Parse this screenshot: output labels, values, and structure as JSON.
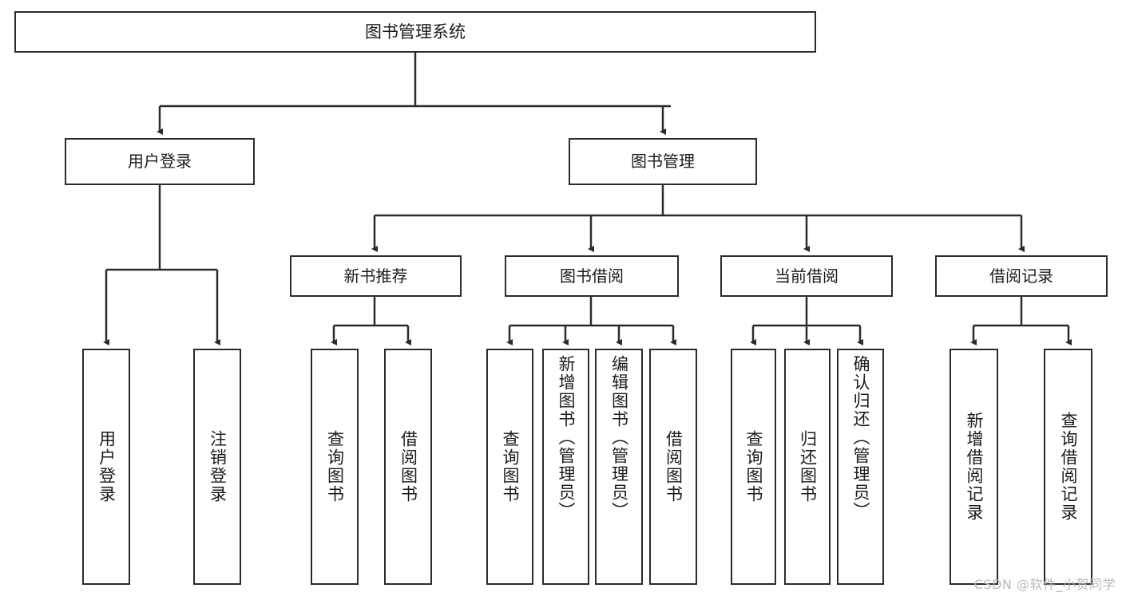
{
  "diagram": {
    "title": "图书管理系统",
    "type": "tree",
    "watermark": "CSDN @软件_小贺同学",
    "colors": {
      "stroke": "#2b2b2b",
      "fill": "#ffffff",
      "text": "#1b1b1b",
      "watermark": "#b9b9b9"
    },
    "root": {
      "label": "图书管理系统"
    },
    "level2": [
      {
        "label": "用户登录"
      },
      {
        "label": "图书管理"
      }
    ],
    "level3": [
      {
        "label": "新书推荐"
      },
      {
        "label": "图书借阅"
      },
      {
        "label": "当前借阅"
      },
      {
        "label": "借阅记录"
      }
    ],
    "leaves": [
      {
        "label": "用户登录",
        "parent": "用户登录"
      },
      {
        "label": "注销登录",
        "parent": "用户登录"
      },
      {
        "label": "查询图书",
        "parent": "新书推荐"
      },
      {
        "label": "借阅图书",
        "parent": "新书推荐"
      },
      {
        "label": "查询图书",
        "parent": "图书借阅"
      },
      {
        "label": "新增图书（管理员）",
        "parent": "图书借阅"
      },
      {
        "label": "编辑图书（管理员）",
        "parent": "图书借阅"
      },
      {
        "label": "借阅图书",
        "parent": "图书借阅"
      },
      {
        "label": "查询图书",
        "parent": "当前借阅"
      },
      {
        "label": "归还图书",
        "parent": "当前借阅"
      },
      {
        "label": "确认归还（管理员）",
        "parent": "当前借阅"
      },
      {
        "label": "新增借阅记录",
        "parent": "借阅记录"
      },
      {
        "label": "查询借阅记录",
        "parent": "借阅记录"
      }
    ]
  }
}
